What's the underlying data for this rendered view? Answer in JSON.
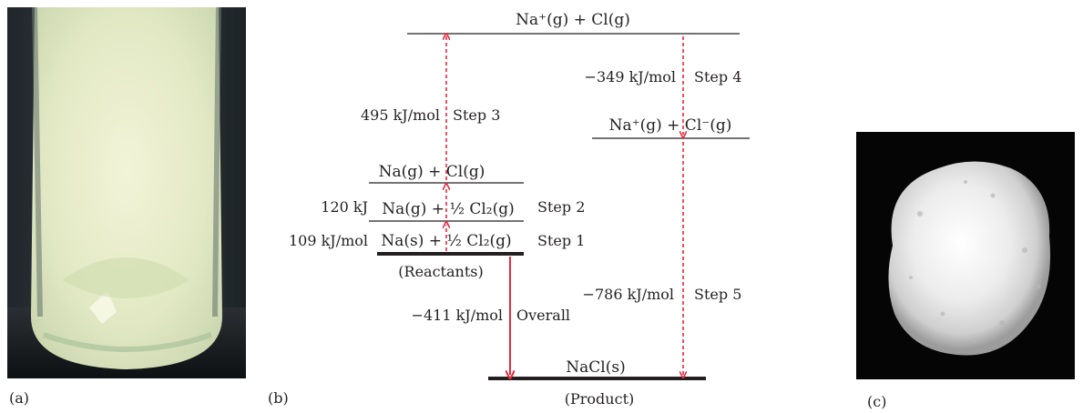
{
  "panels": {
    "a": "(a)",
    "b": "(b)",
    "c": "(c)"
  },
  "photo_a": {
    "description_icon": "beaker-with-pale-green-gas-photo"
  },
  "photo_c": {
    "description_icon": "salt-crystal-pile-photo"
  },
  "diagram": {
    "levels": {
      "ions_gas_atoms": "Na⁺(g) + Cl(g)",
      "ions_gas": "Na⁺(g) + Cl⁻(g)",
      "atoms_gas": "Na(g) + Cl(g)",
      "na_gas_cl2": "Na(g) + ½ Cl₂(g)",
      "reactants": "Na(s) + ½ Cl₂(g)",
      "reactants_note": "(Reactants)",
      "product": "NaCl(s)",
      "product_note": "(Product)"
    },
    "steps": {
      "step1": {
        "energy": "109 kJ/mol",
        "label": "Step 1"
      },
      "step2": {
        "energy": "120 kJ",
        "label": "Step 2"
      },
      "step3": {
        "energy": "495 kJ/mol",
        "label": "Step 3"
      },
      "step4": {
        "energy": "−349 kJ/mol",
        "label": "Step 4"
      },
      "step5": {
        "energy": "−786 kJ/mol",
        "label": "Step 5"
      },
      "overall": {
        "energy": "−411 kJ/mol",
        "label": "Overall"
      }
    },
    "colors": {
      "arrow": "#e8283c",
      "line": "#231f20"
    }
  }
}
